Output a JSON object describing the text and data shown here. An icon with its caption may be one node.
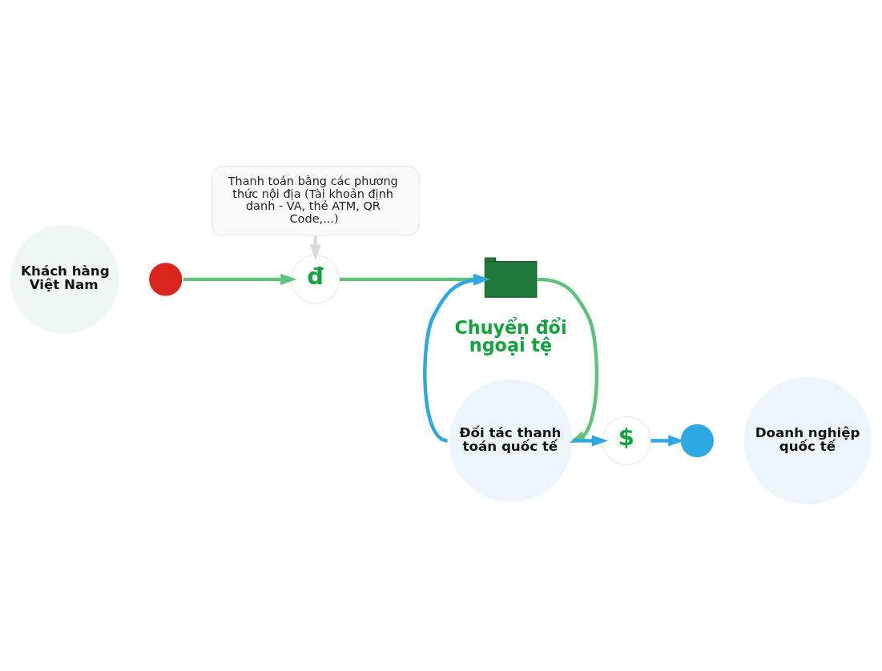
{
  "diagram": {
    "nodes": [
      {
        "text": [
          "Thanh toán bằng các phương thức nội địa (Tài khoản định danh - VA, thẻ ATM, QR Code,...)"
        ]
      },
      {
        "text": [
          "Khách hàng Việt Nam"
        ]
      },
      {
        "text": [],
        "shape": "circle"
      },
      {
        "text": [
          "đ"
        ]
      },
      {
        "text": [],
        "shape": "picture"
      },
      {
        "text": [
          "Đối tác thanh toán quốc tế"
        ]
      },
      {
        "text": [
          "$"
        ]
      },
      {
        "text": [],
        "shape": "circle"
      },
      {
        "text": [
          "Doanh nghiệp quốc tế"
        ]
      }
    ],
    "edges": [
      {
        "from": 0,
        "to": 3,
        "arrow": "to",
        "color": "#d9d9d9"
      },
      {
        "from": 2,
        "to": 3,
        "arrow": "to"
      },
      {
        "from": 3,
        "to": 4,
        "arrow": "to"
      },
      {
        "from": 4,
        "to": 5,
        "arrow": "to"
      },
      {
        "from": 5,
        "to": 4,
        "arrow": "to",
        "color": "#2ea8e2"
      },
      {
        "from": 5,
        "to": 6,
        "arrow": "to",
        "color": "#2ea8e2"
      },
      {
        "from": 6,
        "to": 7,
        "arrow": "to",
        "color": "#2ea8e2"
      }
    ],
    "labels": [
      "Chuyển đổi ngoại tệ"
    ]
  }
}
